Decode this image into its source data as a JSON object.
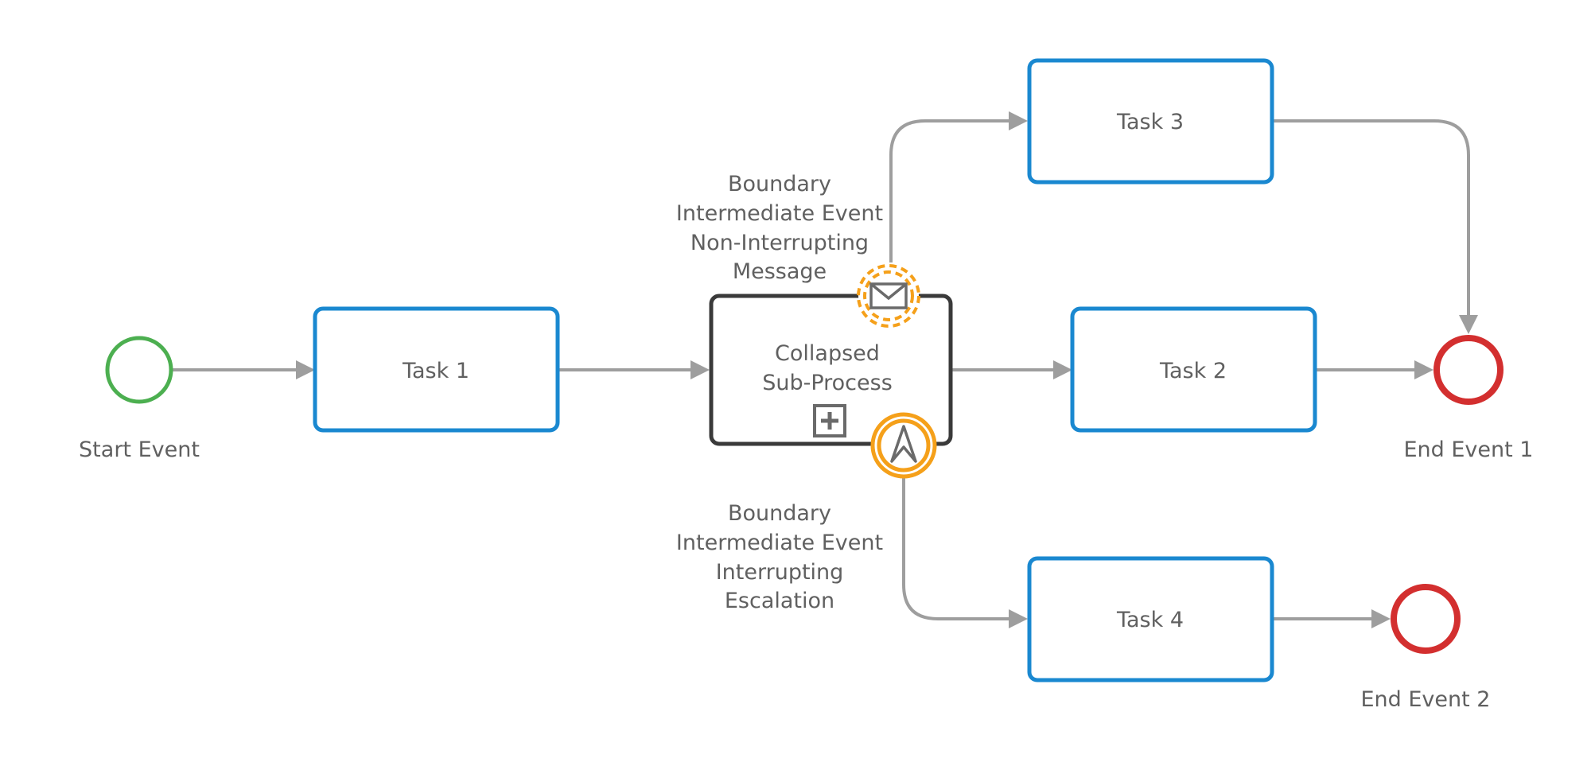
{
  "colors": {
    "task_border": "#1a88d0",
    "start_event": "#4caf50",
    "end_event": "#d32f2f",
    "boundary_event": "#f5a01a",
    "subprocess_border": "#3a3a3a",
    "flow": "#9e9e9e",
    "text": "#606060"
  },
  "events": {
    "start": {
      "label": "Start Event"
    },
    "end1": {
      "label": "End Event 1"
    },
    "end2": {
      "label": "End Event 2"
    }
  },
  "tasks": {
    "task1": "Task 1",
    "task2": "Task 2",
    "task3": "Task 3",
    "task4": "Task 4"
  },
  "subprocess": {
    "line1": "Collapsed",
    "line2": "Sub-Process",
    "marker_icon": "plus-box-icon"
  },
  "boundary_message": {
    "lines": [
      "Boundary",
      "Intermediate Event",
      "Non-Interrupting",
      "Message"
    ],
    "icon": "envelope-icon"
  },
  "boundary_escalation": {
    "lines": [
      "Boundary",
      "Intermediate Event",
      "Interrupting",
      "Escalation"
    ],
    "icon": "escalation-arrow-icon"
  }
}
